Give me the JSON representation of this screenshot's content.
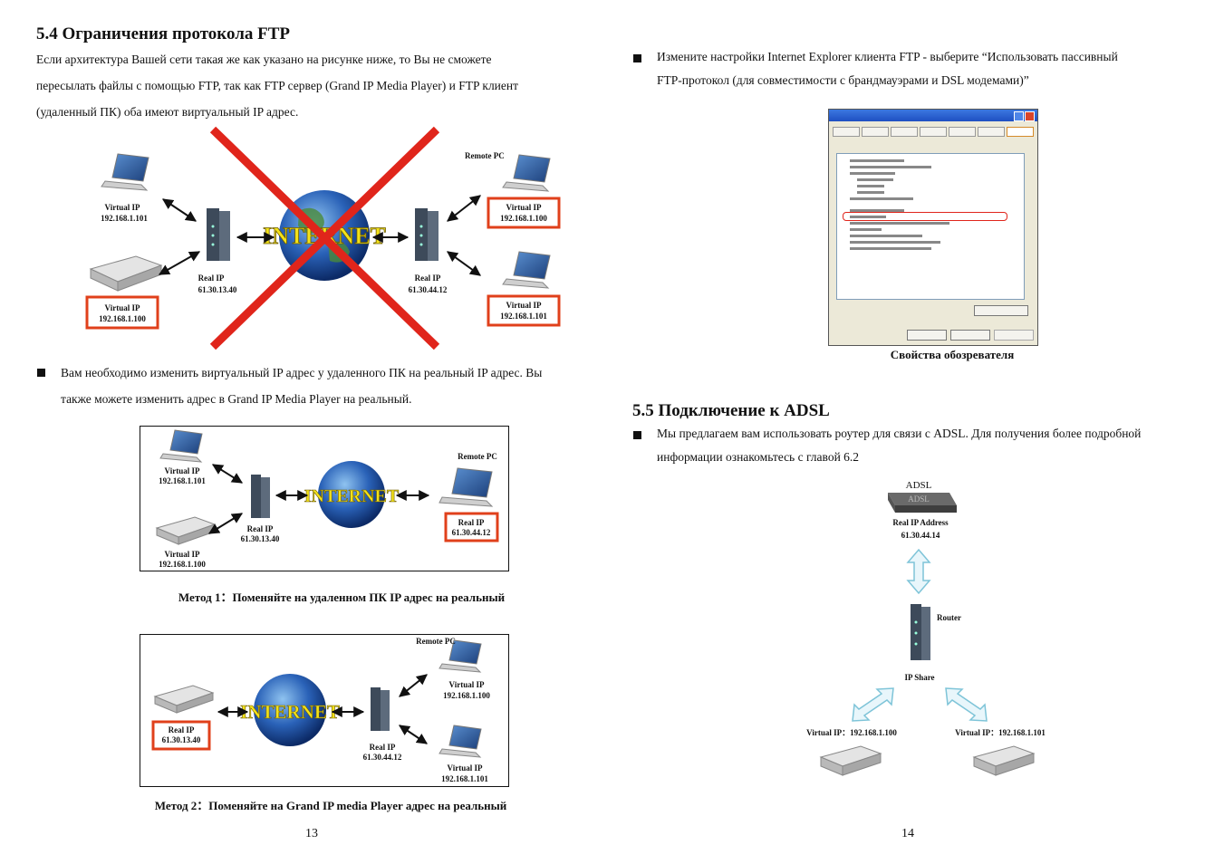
{
  "left": {
    "heading": "5.4 Ограничения протокола FTP",
    "intro": [
      "Если архитектура Вашей сети такая же как указано на рисунке ниже, то Вы не сможете",
      "пересылать файлы с помощью FTP, так как FTP сервер (Grand IP Media Player) и FTP клиент",
      "(удаленный ПК) оба имеют виртуальный IP адрес."
    ],
    "fig1": {
      "remote_pc": "Remote PC",
      "virtual_ip": "Virtual IP",
      "real_ip": "Real IP",
      "ip_pc_top_left": "192.168.1.101",
      "ip_player": "192.168.1.100",
      "ip_right_top": "192.168.1.100",
      "ip_right_bottom": "192.168.1.101",
      "real_left": "61.30.13.40",
      "real_right": "61.30.44.12",
      "internet": "INTERNET"
    },
    "bullet2": [
      "Вам необходимо изменить виртуальный IP адрес у удаленного ПК на реальный IP адрес. Вы",
      "также можете изменить адрес в Grand IP Media Player на реальный."
    ],
    "fig2": {
      "virtual_ip": "Virtual IP",
      "ip_pc": "192.168.1.101",
      "ip_player": "192.168.1.100",
      "real_ip": "Real IP",
      "real_router": "61.30.13.40",
      "remote_pc": "Remote PC",
      "real_remote": "61.30.44.12",
      "internet": "INTERNET",
      "caption": "Метод 1：Поменяйте на удаленном ПК IP адрес на реальный"
    },
    "fig3": {
      "remote_pc": "Remote PC",
      "real_ip": "Real IP",
      "real_player": "61.30.13.40",
      "real_router": "61.30.44.12",
      "virtual_ip": "Virtual IP",
      "ip_top": "192.168.1.100",
      "ip_bottom": "192.168.1.101",
      "internet": "INTERNET",
      "caption": "Метод 2：Поменяйте на Grand IP media Player адрес на реальный"
    },
    "page_number": "13"
  },
  "right": {
    "bullet1": [
      "Измените настройки Internet Explorer клиента FTP - выберите “Использовать пассивный",
      "FTP-протокол (для совместимости с брандмауэрами и DSL модемами)”"
    ],
    "dialog_caption": "Свойства обозревателя",
    "heading": "5.5 Подключение к ADSL",
    "bullet2": [
      "Мы предлагаем вам использовать роутер для связи с ADSL. Для получения более подробной",
      "информации ознакомьтесь с главой 6.2"
    ],
    "adsl": {
      "adsl_label": "ADSL",
      "modem_text": "ADSL",
      "real_ip_address": "Real IP Address",
      "real_ip_value": "61.30.44.14",
      "router": "Router",
      "ip_share": "IP Share",
      "virtual_left": "Virtual IP：192.168.1.100",
      "virtual_right": "Virtual IP：192.168.1.101"
    },
    "page_number": "14"
  },
  "colors": {
    "red_cross": "#e0251b",
    "highlight_box": "#e0401b",
    "arrow": "#7ec4d8"
  }
}
